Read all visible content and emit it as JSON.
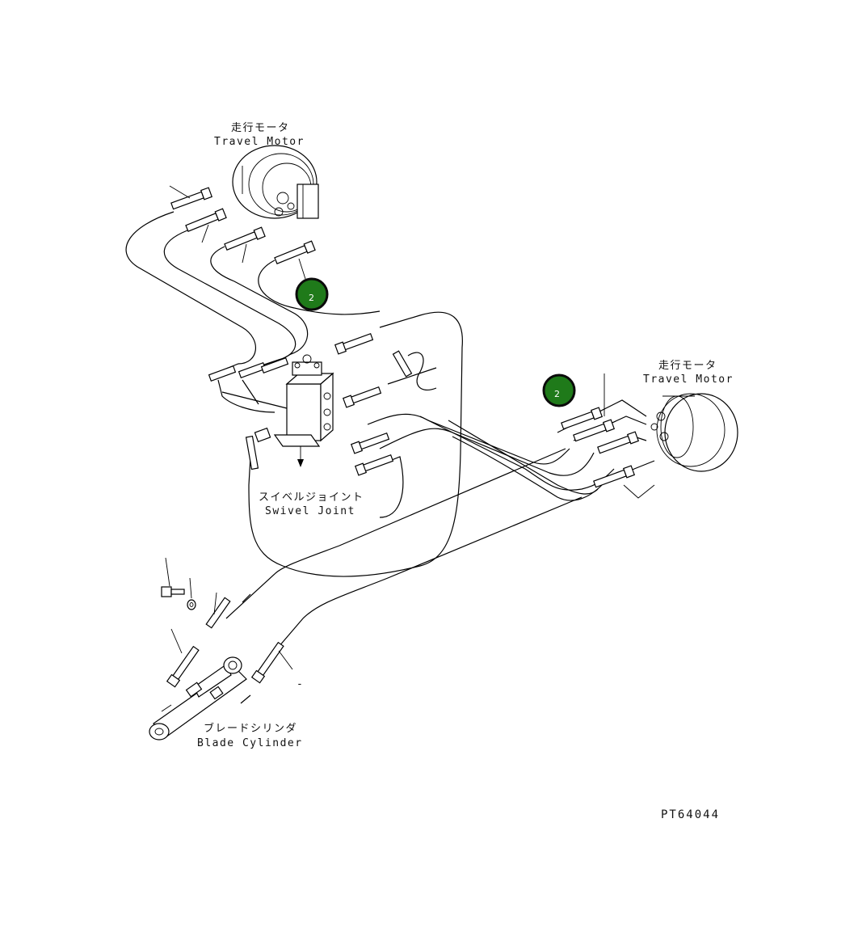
{
  "labels": {
    "travel_motor_top_jp": "走行モータ",
    "travel_motor_top_en": "Travel Motor",
    "travel_motor_right_jp": "走行モータ",
    "travel_motor_right_en": "Travel Motor",
    "swivel_joint_jp": "スイベルジョイント",
    "swivel_joint_en": "Swivel Joint",
    "blade_cylinder_jp": "ブレードシリンダ",
    "blade_cylinder_en": "Blade Cylinder",
    "drawing_code": "PT64044",
    "dash_mark": "-"
  },
  "callouts": [
    {
      "number": "2"
    },
    {
      "number": "2"
    }
  ],
  "colors": {
    "callout_fill": "#1f7a1a",
    "callout_ring": "#0b0b0b",
    "line": "#000000"
  }
}
